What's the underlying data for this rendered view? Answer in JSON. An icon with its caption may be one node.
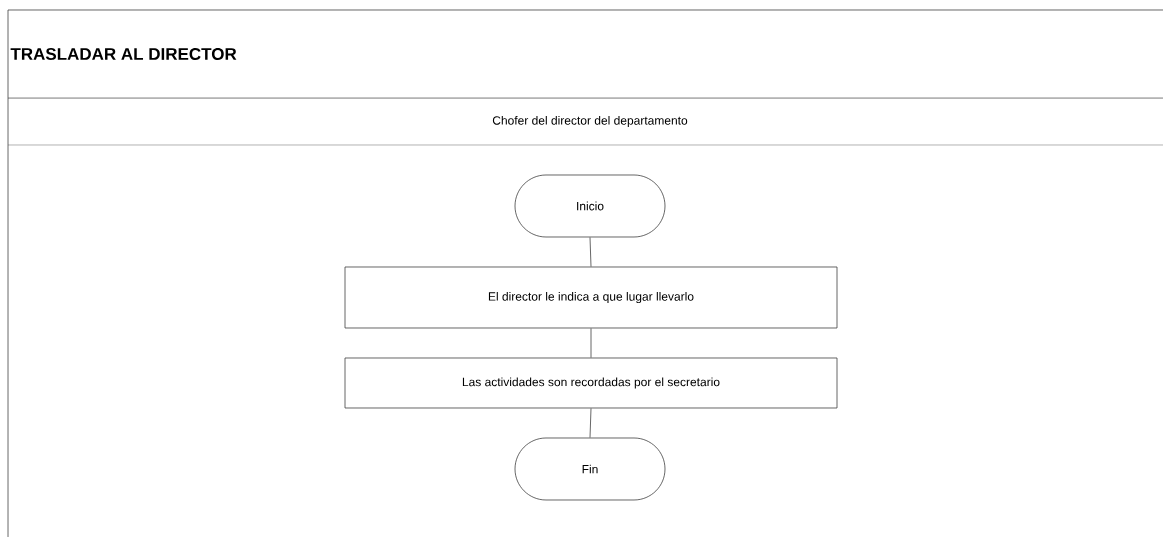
{
  "diagram": {
    "title": "TRASLADAR AL DIRECTOR",
    "nodes": [
      {
        "text": [
          "Chofer del director del departamento"
        ]
      },
      {
        "text": [
          "Inicio"
        ],
        "in": 0
      },
      {
        "text": [
          "El director le indica a que lugar llevarlo"
        ],
        "in": 0
      },
      {
        "text": [
          "Las actividades son recordadas por el secretario"
        ],
        "in": 0
      },
      {
        "text": [
          "Fin"
        ],
        "in": 0
      }
    ],
    "edges": [
      {
        "from": 1,
        "to": 2,
        "arrow": "none"
      },
      {
        "from": 2,
        "to": 3,
        "arrow": "none"
      },
      {
        "from": 3,
        "to": 4,
        "arrow": "none"
      }
    ]
  }
}
